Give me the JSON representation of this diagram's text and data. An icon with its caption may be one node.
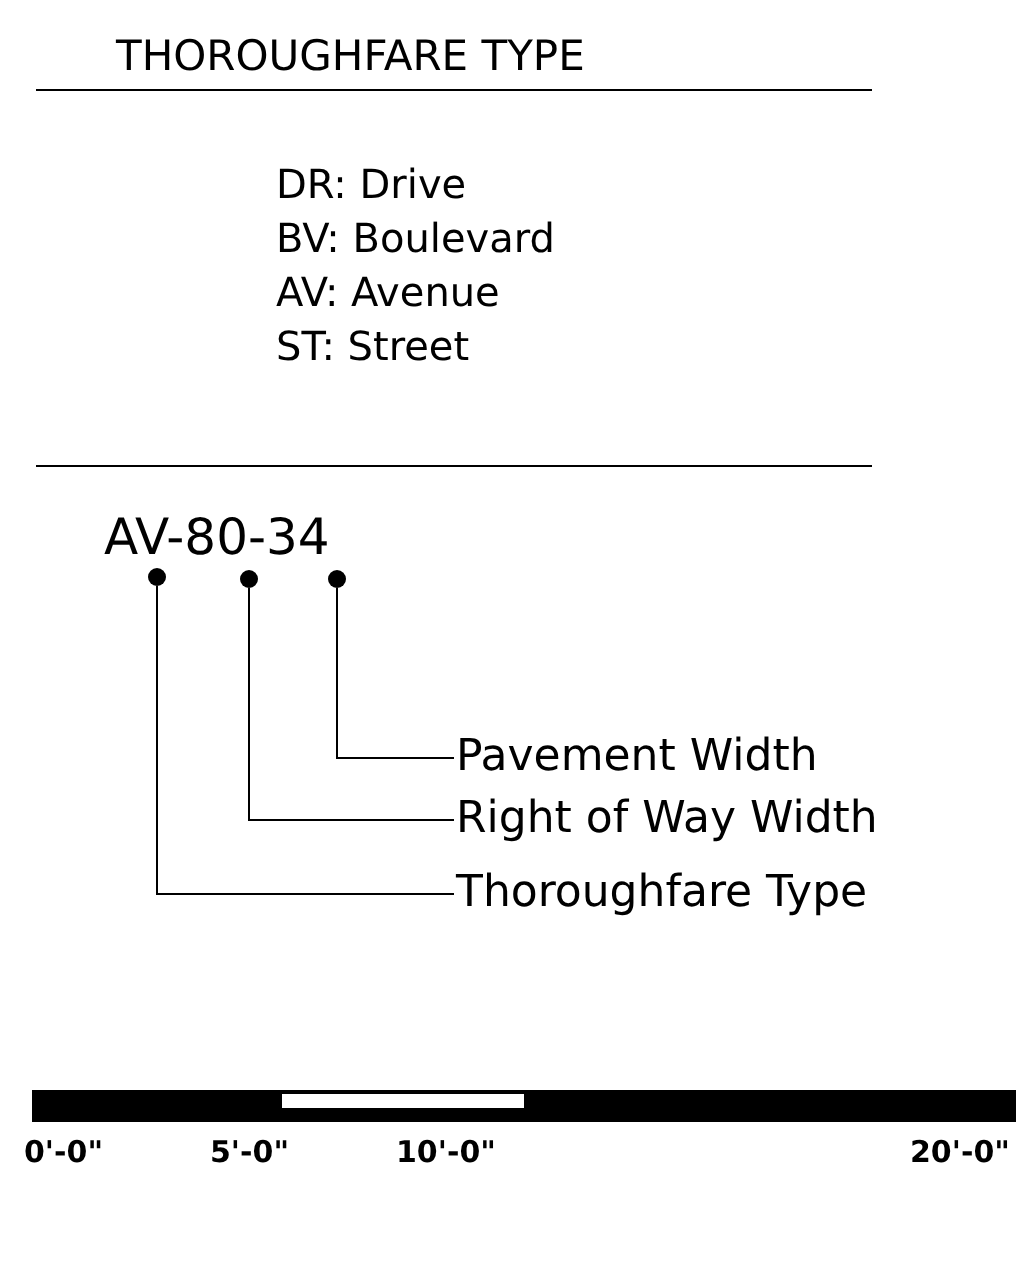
{
  "diagram": {
    "title": "THOROUGHFARE TYPE",
    "nodes": [
      {
        "text": [],
        "shape": "circle"
      },
      {
        "text": [],
        "shape": "circle"
      },
      {
        "text": [],
        "shape": "circle"
      },
      {
        "text": [
          "Pavement Width"
        ]
      },
      {
        "text": [
          "Right of Way Width"
        ]
      },
      {
        "text": [
          "Thoroughfare Type"
        ]
      }
    ],
    "edges": [
      {
        "from": 3,
        "to": 2,
        "arrow": "none"
      },
      {
        "from": 4,
        "to": 1,
        "arrow": "none"
      },
      {
        "from": 5,
        "to": 0,
        "arrow": "none"
      }
    ],
    "labels": [
      "DR: Drive",
      "BV: Boulevard",
      "AV: Avenue",
      "ST: Street",
      "AV-80-34",
      "0'-0\"",
      "5'-0\"",
      "10'-0\"",
      "20'-0\""
    ]
  }
}
